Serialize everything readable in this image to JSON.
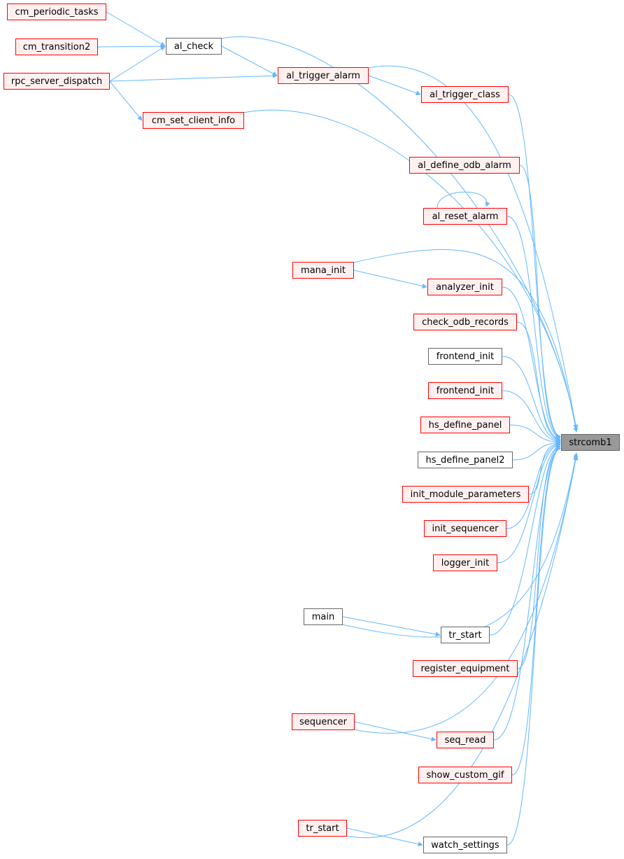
{
  "diagram": {
    "edge_color": "#63b8ff",
    "nodes": [
      {
        "id": "cm_periodic_tasks",
        "label": "cm_periodic_tasks",
        "style": "red"
      },
      {
        "id": "cm_transition2",
        "label": "cm_transition2",
        "style": "red"
      },
      {
        "id": "rpc_server_dispatch",
        "label": "rpc_server_dispatch",
        "style": "red"
      },
      {
        "id": "al_check",
        "label": "al_check",
        "style": "black"
      },
      {
        "id": "al_trigger_alarm",
        "label": "al_trigger_alarm",
        "style": "red"
      },
      {
        "id": "al_trigger_class",
        "label": "al_trigger_class",
        "style": "red"
      },
      {
        "id": "cm_set_client_info",
        "label": "cm_set_client_info",
        "style": "red"
      },
      {
        "id": "al_define_odb_alarm",
        "label": "al_define_odb_alarm",
        "style": "red"
      },
      {
        "id": "al_reset_alarm",
        "label": "al_reset_alarm",
        "style": "red"
      },
      {
        "id": "mana_init",
        "label": "mana_init",
        "style": "red"
      },
      {
        "id": "analyzer_init",
        "label": "analyzer_init",
        "style": "red"
      },
      {
        "id": "check_odb_records",
        "label": "check_odb_records",
        "style": "red"
      },
      {
        "id": "frontend_init_a",
        "label": "frontend_init",
        "style": "black"
      },
      {
        "id": "frontend_init_b",
        "label": "frontend_init",
        "style": "red"
      },
      {
        "id": "hs_define_panel",
        "label": "hs_define_panel",
        "style": "red"
      },
      {
        "id": "hs_define_panel2",
        "label": "hs_define_panel2",
        "style": "black"
      },
      {
        "id": "init_module_parameters",
        "label": "init_module_parameters",
        "style": "red"
      },
      {
        "id": "init_sequencer",
        "label": "init_sequencer",
        "style": "red"
      },
      {
        "id": "logger_init",
        "label": "logger_init",
        "style": "red"
      },
      {
        "id": "main",
        "label": "main",
        "style": "black"
      },
      {
        "id": "tr_start_a",
        "label": "tr_start",
        "style": "black"
      },
      {
        "id": "register_equipment",
        "label": "register_equipment",
        "style": "red"
      },
      {
        "id": "sequencer",
        "label": "sequencer",
        "style": "red"
      },
      {
        "id": "seq_read",
        "label": "seq_read",
        "style": "red"
      },
      {
        "id": "show_custom_gif",
        "label": "show_custom_gif",
        "style": "red"
      },
      {
        "id": "tr_start_b",
        "label": "tr_start",
        "style": "red"
      },
      {
        "id": "watch_settings",
        "label": "watch_settings",
        "style": "black"
      },
      {
        "id": "strcomb1",
        "label": "strcomb1",
        "style": "focus"
      }
    ],
    "edges": [
      {
        "from": "cm_periodic_tasks",
        "to": "al_check"
      },
      {
        "from": "cm_transition2",
        "to": "al_check"
      },
      {
        "from": "rpc_server_dispatch",
        "to": "al_check"
      },
      {
        "from": "al_check",
        "to": "al_trigger_alarm"
      },
      {
        "from": "rpc_server_dispatch",
        "to": "al_trigger_alarm"
      },
      {
        "from": "rpc_server_dispatch",
        "to": "cm_set_client_info"
      },
      {
        "from": "al_trigger_alarm",
        "to": "al_trigger_class"
      },
      {
        "from": "al_reset_alarm",
        "to": "al_reset_alarm"
      },
      {
        "from": "mana_init",
        "to": "analyzer_init"
      },
      {
        "from": "main",
        "to": "tr_start_a"
      },
      {
        "from": "sequencer",
        "to": "seq_read"
      },
      {
        "from": "tr_start_b",
        "to": "watch_settings"
      },
      {
        "from": "al_check",
        "to": "strcomb1"
      },
      {
        "from": "al_trigger_alarm",
        "to": "strcomb1"
      },
      {
        "from": "al_trigger_class",
        "to": "strcomb1"
      },
      {
        "from": "cm_set_client_info",
        "to": "strcomb1"
      },
      {
        "from": "al_define_odb_alarm",
        "to": "strcomb1"
      },
      {
        "from": "al_reset_alarm",
        "to": "strcomb1"
      },
      {
        "from": "mana_init",
        "to": "strcomb1"
      },
      {
        "from": "analyzer_init",
        "to": "strcomb1"
      },
      {
        "from": "check_odb_records",
        "to": "strcomb1"
      },
      {
        "from": "frontend_init_a",
        "to": "strcomb1"
      },
      {
        "from": "frontend_init_b",
        "to": "strcomb1"
      },
      {
        "from": "hs_define_panel",
        "to": "strcomb1"
      },
      {
        "from": "hs_define_panel2",
        "to": "strcomb1"
      },
      {
        "from": "init_module_parameters",
        "to": "strcomb1"
      },
      {
        "from": "init_sequencer",
        "to": "strcomb1"
      },
      {
        "from": "logger_init",
        "to": "strcomb1"
      },
      {
        "from": "main",
        "to": "strcomb1"
      },
      {
        "from": "tr_start_a",
        "to": "strcomb1"
      },
      {
        "from": "register_equipment",
        "to": "strcomb1"
      },
      {
        "from": "sequencer",
        "to": "strcomb1"
      },
      {
        "from": "seq_read",
        "to": "strcomb1"
      },
      {
        "from": "show_custom_gif",
        "to": "strcomb1"
      },
      {
        "from": "tr_start_b",
        "to": "strcomb1"
      },
      {
        "from": "watch_settings",
        "to": "strcomb1"
      }
    ]
  }
}
